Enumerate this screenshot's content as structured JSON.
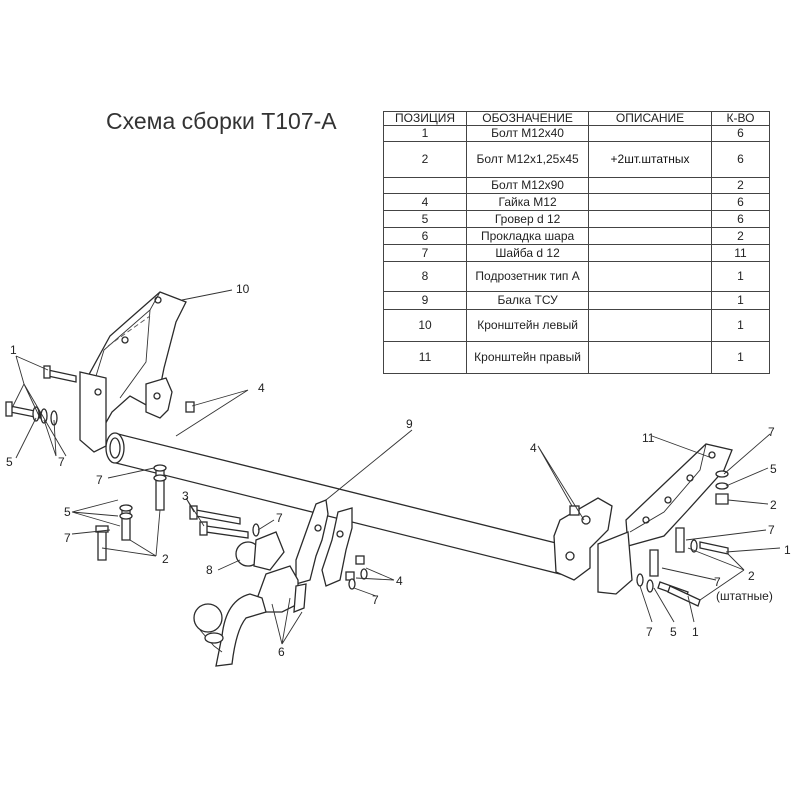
{
  "title": "Схема сборки Т107-А",
  "table": {
    "headers": [
      "ПОЗИЦИЯ",
      "ОБОЗНАЧЕНИЕ",
      "ОПИСАНИЕ",
      "К-ВО"
    ],
    "rows": [
      {
        "pos": "1",
        "name": "Болт М12х40",
        "desc": "",
        "qty": "6"
      },
      {
        "pos": "2",
        "name": "Болт М12х1,25х45",
        "desc": "+2шт.штатных",
        "qty": "6"
      },
      {
        "pos": "",
        "name": "Болт М12х90",
        "desc": "",
        "qty": "2"
      },
      {
        "pos": "4",
        "name": "Гайка М12",
        "desc": "",
        "qty": "6"
      },
      {
        "pos": "5",
        "name": "Гровер d 12",
        "desc": "",
        "qty": "6"
      },
      {
        "pos": "6",
        "name": "Прокладка шара",
        "desc": "",
        "qty": "2"
      },
      {
        "pos": "7",
        "name": "Шайба d 12",
        "desc": "",
        "qty": "11"
      },
      {
        "pos": "8",
        "name": "Подрозетник тип А",
        "desc": "",
        "qty": "1"
      },
      {
        "pos": "9",
        "name": "Балка ТСУ",
        "desc": "",
        "qty": "1"
      },
      {
        "pos": "10",
        "name": "Кронштейн левый",
        "desc": "",
        "qty": "1"
      },
      {
        "pos": "11",
        "name": "Кронштейн правый",
        "desc": "",
        "qty": "1"
      }
    ]
  },
  "callouts": {
    "c10": "10",
    "c1_left": "1",
    "c5_left": "5",
    "c7_left_a": "7",
    "c4_top": "4",
    "c9": "9",
    "c7_mid": "7",
    "c5_mid": "5",
    "c7_mid_b": "7",
    "c2_mid": "2",
    "c3": "3",
    "c7_bolt": "7",
    "c8": "8",
    "c4_low": "4",
    "c7_low": "7",
    "c6": "6",
    "c4_right": "4",
    "c11": "11",
    "c7_r1": "7",
    "c5_r": "5",
    "c2_r": "2",
    "c7_r2": "7",
    "c1_r": "1",
    "c7_r3": "7",
    "c2_r_std": "2",
    "std_note": "(штатные)",
    "c7_bot": "7",
    "c5_bot": "5",
    "c1_bot": "1"
  }
}
